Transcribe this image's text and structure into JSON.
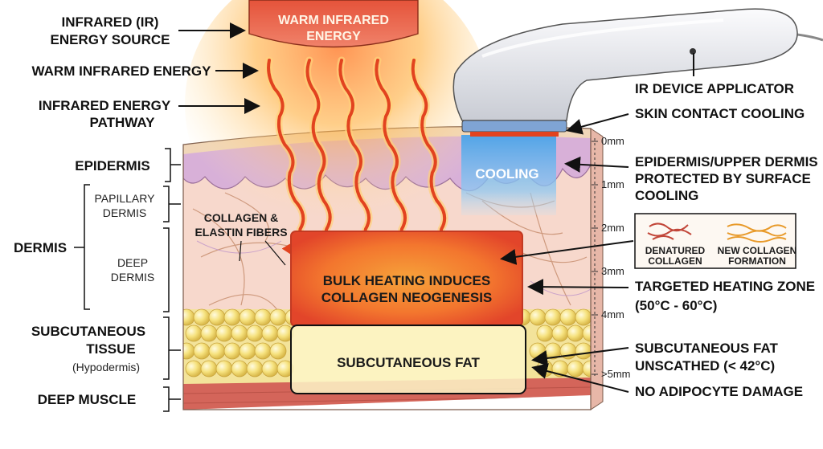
{
  "source": {
    "label": "WARM INFRARED ENERGY",
    "label_lines": [
      "WARM INFRARED",
      "ENERGY"
    ]
  },
  "left_labels": {
    "ir_source": [
      "INFRARED (IR)",
      "ENERGY SOURCE"
    ],
    "warm_energy": "WARM INFRARED ENERGY",
    "pathway": [
      "INFRARED ENERGY",
      "PATHWAY"
    ],
    "epidermis": "EPIDERMIS",
    "papillary": [
      "PAPILLARY",
      "DERMIS"
    ],
    "dermis": "DERMIS",
    "deep_dermis": [
      "DEEP",
      "DERMIS"
    ],
    "subcutaneous": [
      "SUBCUTANEOUS",
      "TISSUE",
      "(Hypodermis)"
    ],
    "deep_muscle": "DEEP MUSCLE"
  },
  "inner_labels": {
    "fibers": [
      "COLLAGEN &",
      "ELASTIN FIBERS"
    ],
    "heating_zone": [
      "BULK HEATING INDUCES",
      "COLLAGEN NEOGENESIS"
    ],
    "fat": "SUBCUTANEOUS FAT",
    "cooling": "COOLING"
  },
  "right_labels": {
    "applicator": "IR DEVICE APPLICATOR",
    "contact_cooling": "SKIN CONTACT COOLING",
    "protected": [
      "EPIDERMIS/UPPER DERMIS",
      "PROTECTED BY SURFACE",
      "COOLING"
    ],
    "targeted": [
      "TARGETED HEATING ZONE",
      "(50°C - 60°C)"
    ],
    "fat_unscathed": [
      "SUBCUTANEOUS FAT",
      "UNSCATHED (< 42°C)"
    ],
    "no_damage": "NO ADIPOCYTE DAMAGE"
  },
  "legend": {
    "denatured": [
      "DENATURED",
      "COLLAGEN"
    ],
    "new": [
      "NEW COLLAGEN",
      "FORMATION"
    ]
  },
  "depth_scale": [
    "0mm",
    "1mm",
    "2mm",
    "3mm",
    "4mm",
    ">5mm"
  ],
  "colors": {
    "heat_core": "#f4622a",
    "heat_glow": "#ffb347",
    "epidermis": "#d8b0d8",
    "dermis": "#f7d8cc",
    "fat": "#f5e07a",
    "muscle": "#d4655a",
    "cooling": "#6fb4ea"
  }
}
